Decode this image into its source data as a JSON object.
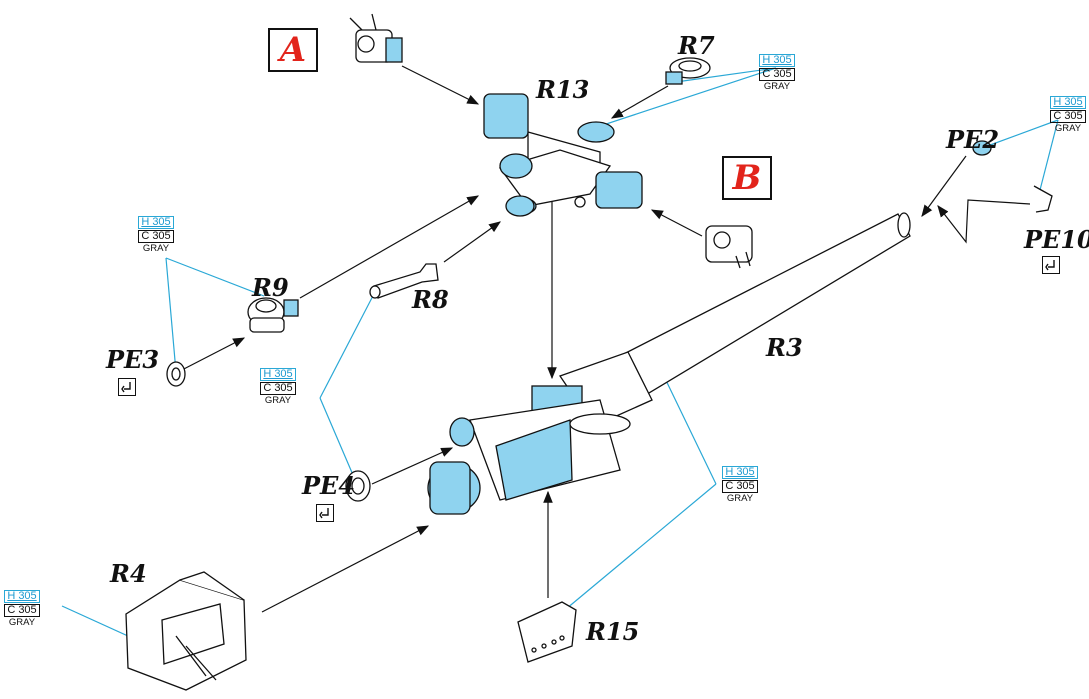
{
  "sections": {
    "a": "A",
    "b": "B"
  },
  "parts": {
    "r13": "R13",
    "r7": "R7",
    "r9": "R9",
    "r8": "R8",
    "r3": "R3",
    "r4": "R4",
    "r15": "R15",
    "pe2": "PE2",
    "pe3": "PE3",
    "pe4": "PE4",
    "pe10": "PE10"
  },
  "paint": {
    "h": "H 305",
    "c": "C 305",
    "name": "GRAY"
  },
  "icons": {
    "bend": "bend-instruction-icon"
  },
  "colors": {
    "accent": "#8fd3ef",
    "callout": "#2aa8d6",
    "letter": "#e2241b",
    "ink": "#111111"
  }
}
